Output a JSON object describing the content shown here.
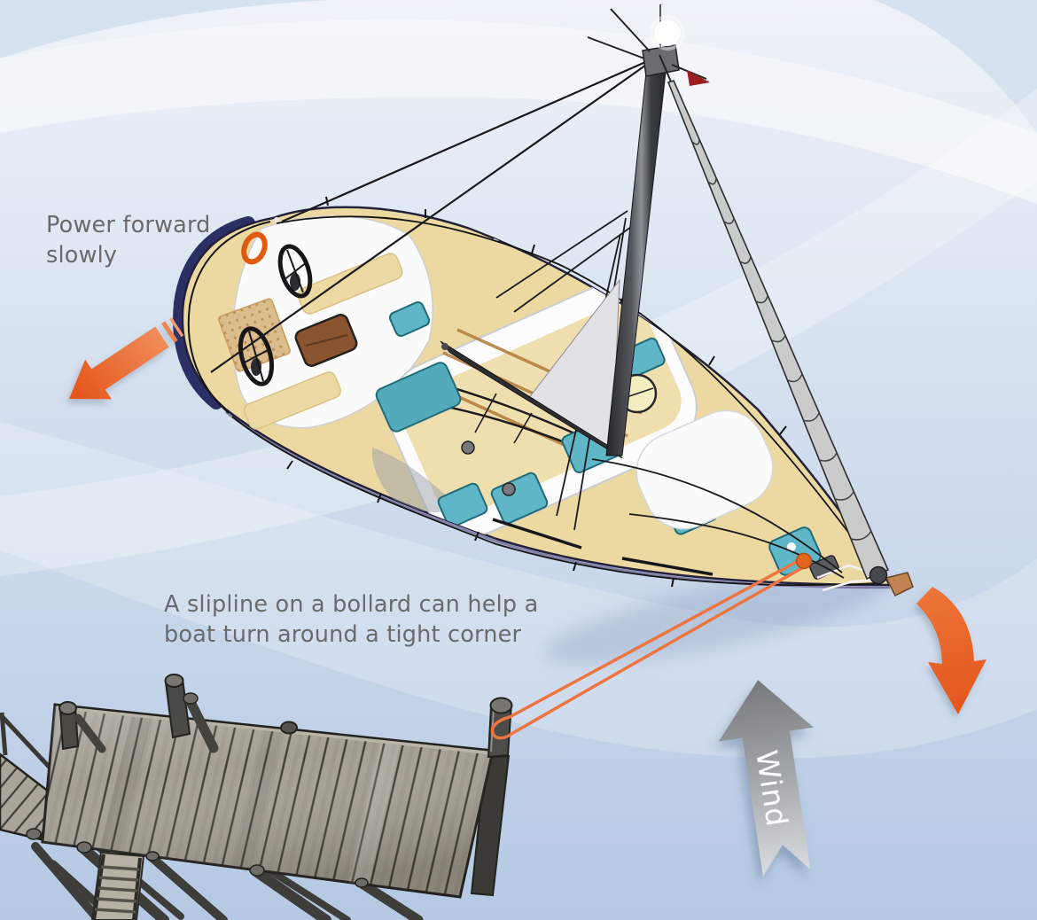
{
  "annotations": {
    "power_note": {
      "line1": "Power forward",
      "line2": "slowly"
    },
    "slipline_caption": {
      "line1": "A slipline on a bollard can help a",
      "line2": "boat turn around a tight corner"
    },
    "wind": {
      "label": "Wind"
    }
  },
  "colors": {
    "annotation_text": "#6a6a6c",
    "arrow_orange": "#e8662a",
    "slipline_orange": "#ee7540",
    "cleat_orange": "#e4641f",
    "wind_gray": "#8b8e92",
    "wind_label": "#ffffff",
    "water_top": "#eef2f8",
    "water_bottom": "#b5c9e4",
    "hull_cream": "#ecd9a2",
    "hatch_teal": "#5fb6c6",
    "stern_navy": "#2b2f63",
    "dock_wood": "#a59f95",
    "table_brown": "#8a5430"
  }
}
